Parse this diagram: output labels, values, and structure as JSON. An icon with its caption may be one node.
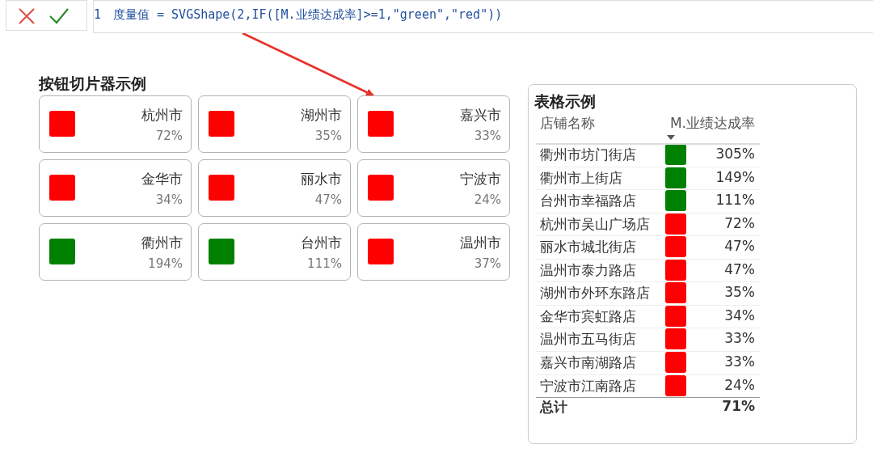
{
  "diagram": {
    "nodes": [
      {
        "text": [
          "度量值 = SVGShape(2,IF([M.业绩达成率]>=1,\"green\",\"red\"))"
        ]
      },
      {
        "text": [
          "杭州市",
          "72%"
        ]
      },
      {
        "text": [
          "湖州市",
          "35%"
        ]
      },
      {
        "text": [
          "嘉兴市",
          "33%"
        ]
      },
      {
        "text": [
          "金华市",
          "34%"
        ]
      },
      {
        "text": [
          "丽水市",
          "47%"
        ]
      },
      {
        "text": [
          "宁波市",
          "24%"
        ]
      },
      {
        "text": [
          "衢州市",
          "194%"
        ]
      },
      {
        "text": [
          "台州市",
          "111%"
        ]
      },
      {
        "text": [
          "温州市",
          "37%"
        ]
      },
      {
        "text": [
          "表格示例"
        ]
      }
    ],
    "edges": [
      {
        "from": 0,
        "to": 3,
        "arrow": "to"
      }
    ],
    "labels": [
      "1",
      "按钮切片器示例",
      "店铺名称",
      "M.业绩达成率",
      "衢州市坊门街店",
      "305%",
      "衢州市上街店",
      "149%",
      "台州市幸福路店",
      "111%",
      "杭州市吴山广场店",
      "72%",
      "丽水市城北街店",
      "47%",
      "温州市泰力路店",
      "47%",
      "湖州市外环东路店",
      "35%",
      "金华市宾虹路店",
      "34%",
      "温州市五马街店",
      "33%",
      "嘉兴市南湖路店",
      "33%",
      "宁波市江南路店",
      "24%",
      "总计",
      "71%"
    ]
  }
}
